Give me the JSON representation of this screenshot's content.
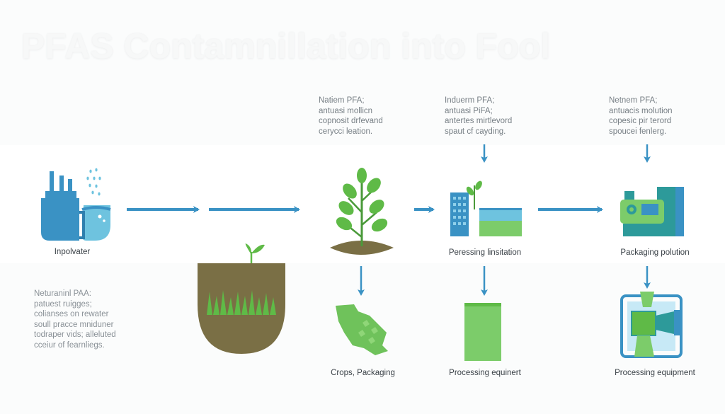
{
  "title": "PFAS Contamnillation into Fool",
  "notes": {
    "note_1": "Natiem PFA;\nantuasi mollicn\ncopnosit drfevand\ncerycci leation.",
    "note_2": "Induerm PFA;\nantuasi PiFA;\nantertes mirtlevord\nspaut cf cayding.",
    "note_3": "Netnem PFA;\nantuacis molution\ncopesic pir terord\nspoucei fenlerg.",
    "note_4": "Neturaninl PAA:\npatuest ruigges;\ncolianses on rewater\nsoull pracce mniduner\ntodraper vids; alleluted\ncceiur of fearnliegs."
  },
  "labels": {
    "input": "Inpolvater",
    "processing": "Peressing linsitation",
    "packaging": "Packaging polution",
    "crops": "Crops, Packaging",
    "equipment_1": "Processing equinert",
    "equipment_2": "Processing equipment"
  },
  "colors": {
    "blue": "#3a92c4",
    "light_blue": "#6ec3df",
    "green": "#5fba47",
    "light_green": "#7ccc6a",
    "soil": "#7a6f45",
    "teal": "#2d9a9a"
  },
  "icons": [
    "factory-icon",
    "soil-icon",
    "plant-icon",
    "building-icon",
    "machine-icon",
    "map-icon",
    "package-icon",
    "equipment-icon"
  ]
}
